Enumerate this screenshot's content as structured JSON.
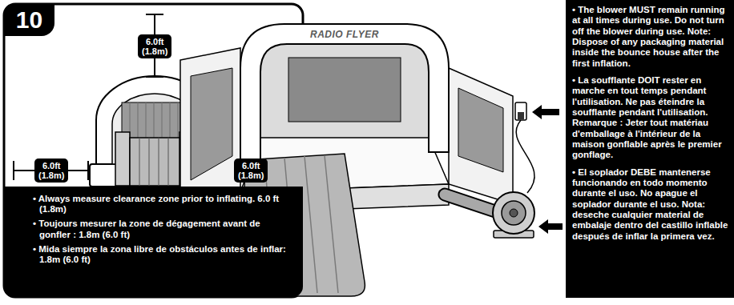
{
  "diagram": {
    "nodes": [
      {
        "text": [
          "10"
        ]
      },
      {
        "text": [
          "6.0ft (1.8m)"
        ]
      },
      {
        "text": [
          "6.0ft (1.8m)"
        ]
      },
      {
        "text": [
          "6.0ft (1.8m)"
        ]
      },
      {
        "text": [
          "• Always measure clearance zone prior to inflating. 6.0 ft (1.8m)",
          "• Toujours mesurer la zone de dégagement avant de gonfler : 1.8m (6.0 ft)",
          "• Mida siempre la zona libre de obstáculos antes de inflar: 1.8m (6.0 ft)"
        ]
      },
      {
        "text": [
          "• The blower MUST remain running at all times during use. Do not turn off the blower during use. Note: Dispose of any packaging material inside the bounce house after the first inflation.",
          "• La soufflante DOIT rester en marche en tout temps pendant l'utilisation. Ne pas éteindre la soufflante pendant l'utilisation. Remarque : Jeter tout matériau d'emballage à l'intérieur de la maison gonflable après le premier gonflage.",
          "• El soplador DEBE mantenerse funcionando en todo momento durante el uso. No apague el soplador durante el uso. Nota: deseche cualquier material de embalaje dentro del castillo inflable después de inflar la primera vez."
        ]
      }
    ],
    "labels": [
      "RADIO FLYER"
    ]
  }
}
